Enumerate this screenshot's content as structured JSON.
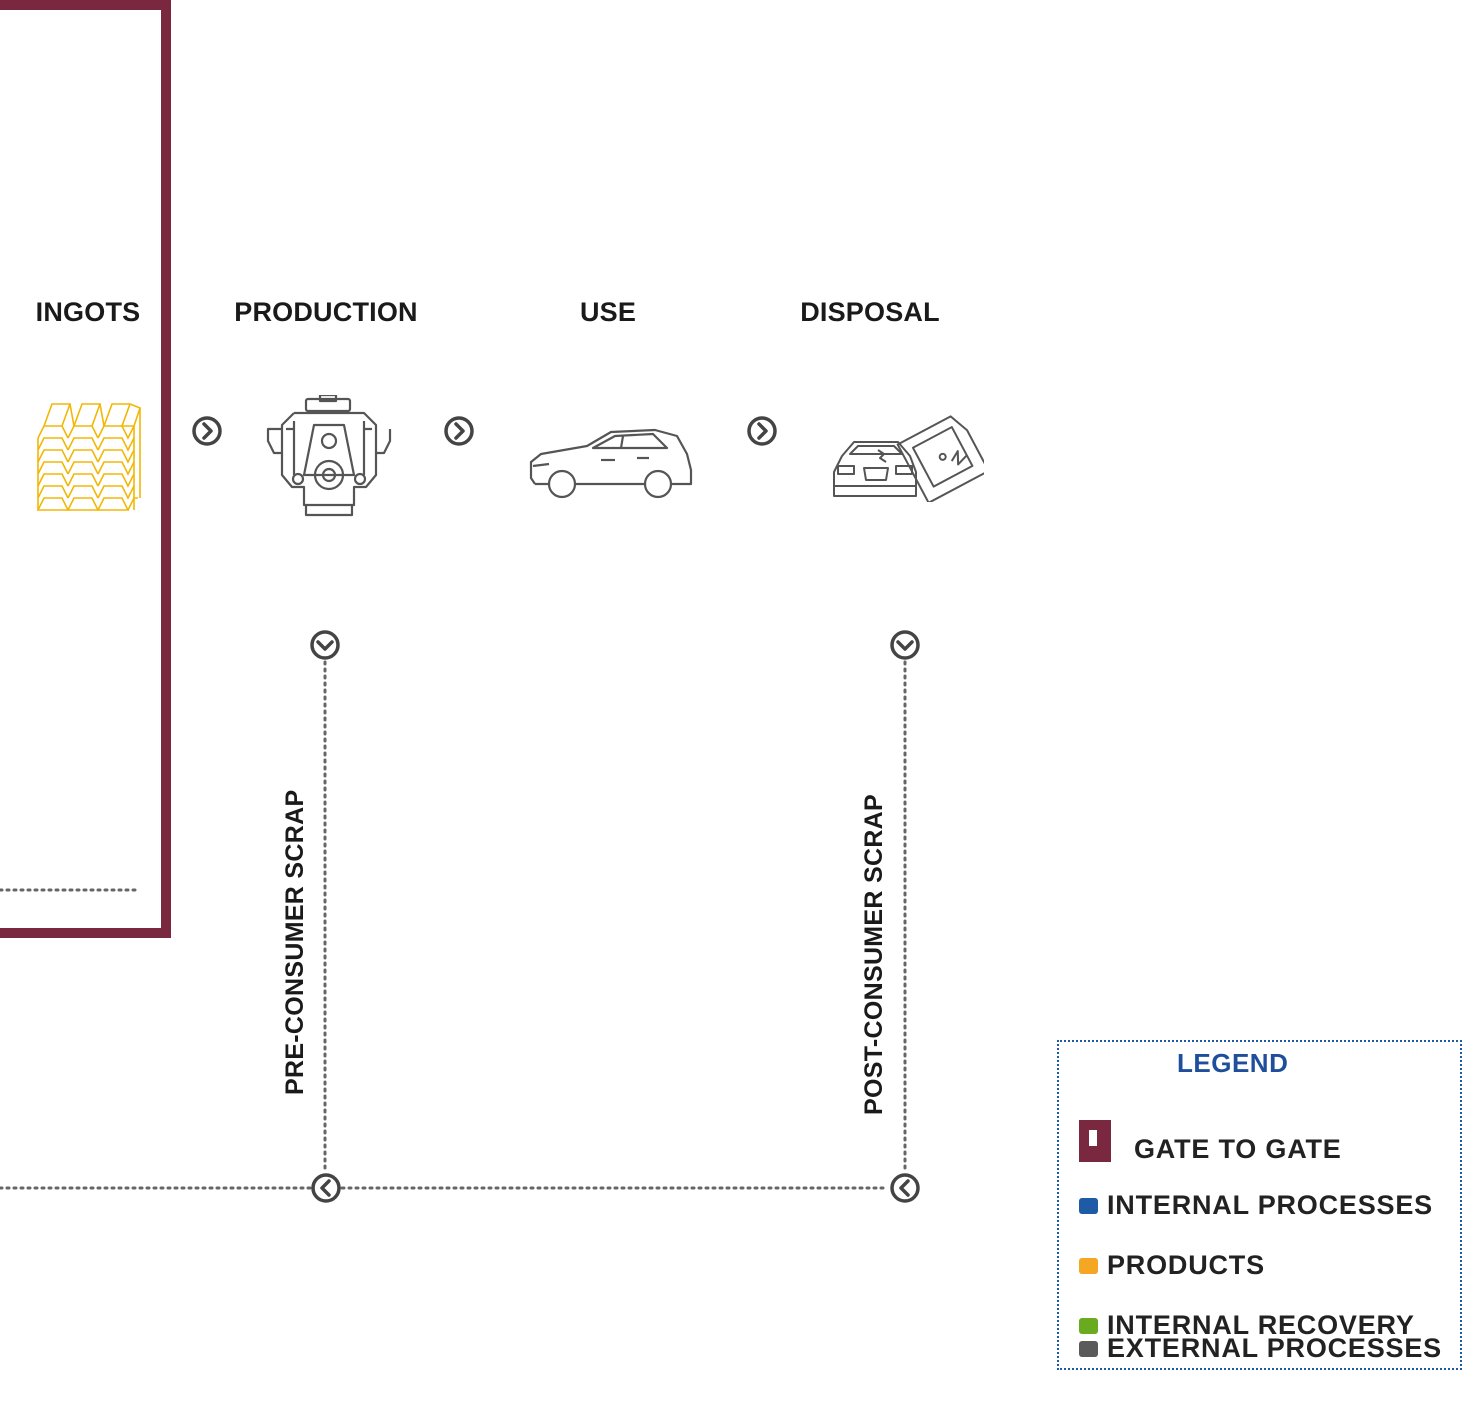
{
  "stages": {
    "ingots": "INGOTS",
    "production": "PRODUCTION",
    "use": "USE",
    "disposal": "DISPOSAL"
  },
  "scrap": {
    "pre": "PRE-CONSUMER SCRAP",
    "post": "POST-CONSUMER SCRAP"
  },
  "legend": {
    "title": "LEGEND",
    "items": [
      {
        "label": "GATE TO GATE",
        "color": "#7a2840"
      },
      {
        "label": "INTERNAL PROCESSES",
        "color": "#1f5aa6"
      },
      {
        "label": "PRODUCTS",
        "color": "#f5a623"
      },
      {
        "label": "INTERNAL RECOVERY",
        "color": "#6aaa1e"
      },
      {
        "label": "EXTERNAL PROCESSES",
        "color": "#5a5a5a"
      }
    ]
  },
  "icons": [
    "ingots-icon",
    "engine-icon",
    "car-icon",
    "crashed-cars-icon",
    "chevron-right-icon",
    "chevron-down-icon",
    "chevron-left-icon"
  ]
}
